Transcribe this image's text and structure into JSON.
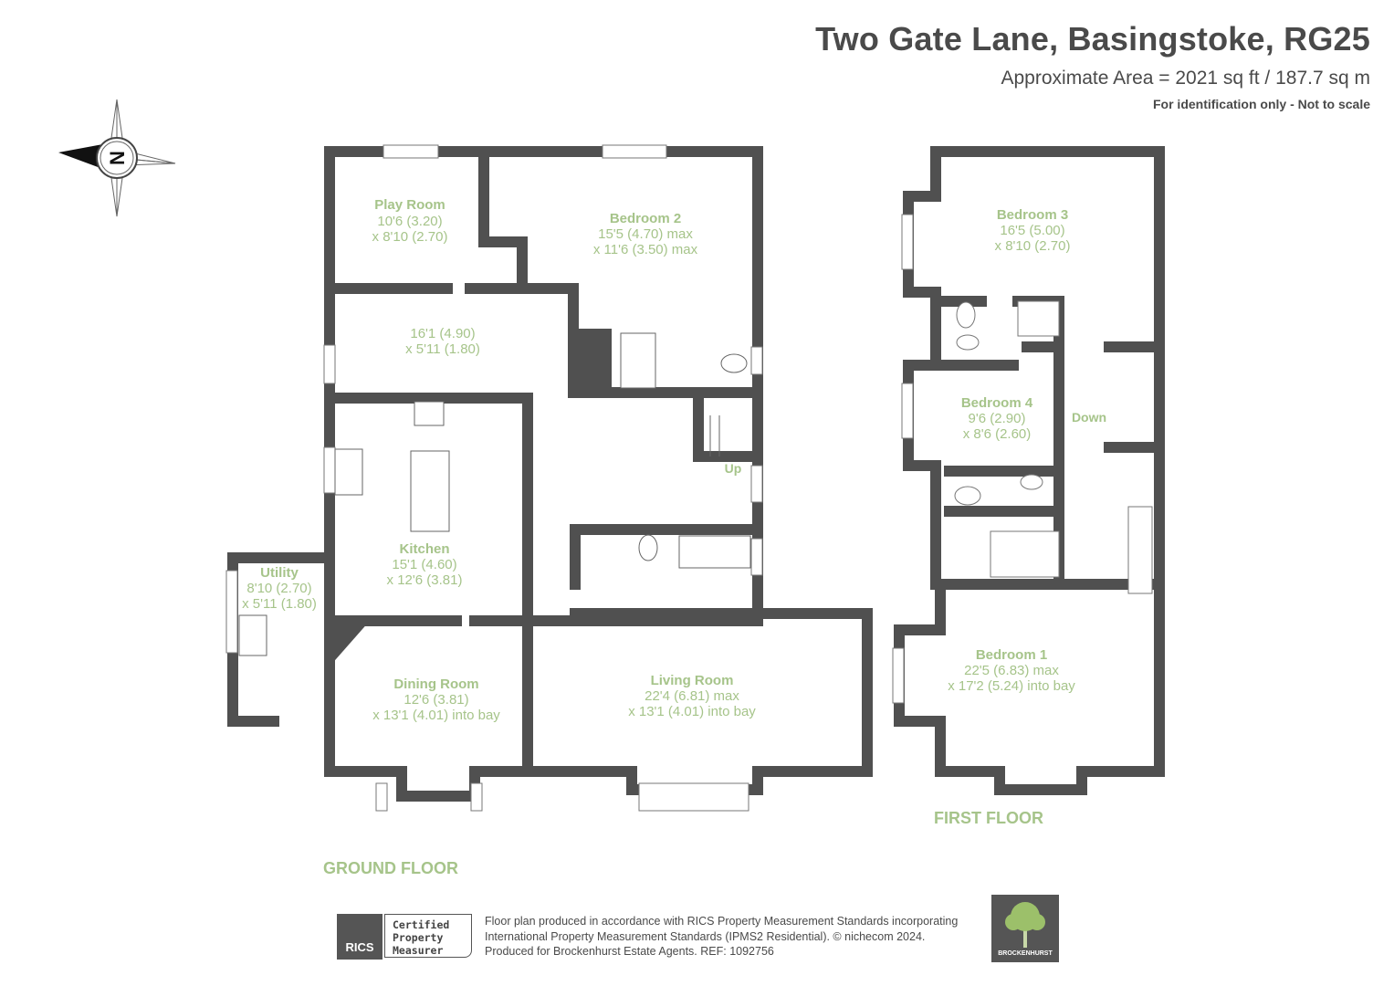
{
  "header": {
    "title": "Two Gate Lane, Basingstoke, RG25",
    "area": "Approximate Area = 2021 sq ft / 187.7 sq m",
    "note": "For identification only - Not to scale"
  },
  "compass": {
    "label": "N"
  },
  "ground_floor": {
    "label": "GROUND FLOOR",
    "rooms": [
      {
        "name": "Play Room",
        "dim1": "10'6 (3.20)",
        "dim2": "x 8'10 (2.70)"
      },
      {
        "name": "Bedroom 2",
        "dim1": "15'5 (4.70) max",
        "dim2": "x 11'6 (3.50) max"
      },
      {
        "name": "",
        "dim1": "16'1 (4.90)",
        "dim2": "x 5'11 (1.80)"
      },
      {
        "name": "Kitchen",
        "dim1": "15'1 (4.60)",
        "dim2": "x 12'6 (3.81)"
      },
      {
        "name": "Utility",
        "dim1": "8'10 (2.70)",
        "dim2": "x 5'11 (1.80)"
      },
      {
        "name": "Dining Room",
        "dim1": "12'6 (3.81)",
        "dim2": "x 13'1 (4.01) into bay"
      },
      {
        "name": "Living Room",
        "dim1": "22'4 (6.81) max",
        "dim2": "x 13'1 (4.01) into bay"
      }
    ],
    "stairs_label": "Up"
  },
  "first_floor": {
    "label": "FIRST FLOOR",
    "rooms": [
      {
        "name": "Bedroom 3",
        "dim1": "16'5 (5.00)",
        "dim2": "x 8'10 (2.70)"
      },
      {
        "name": "Bedroom 4",
        "dim1": "9'6 (2.90)",
        "dim2": "x 8'6 (2.60)"
      },
      {
        "name": "Bedroom 1",
        "dim1": "22'5 (6.83) max",
        "dim2": "x 17'2 (5.24) into bay"
      }
    ],
    "stairs_label": "Down"
  },
  "footer": {
    "rics_logo": "RICS",
    "certified_line1": "Certified",
    "certified_line2": "Property",
    "certified_line3": "Measurer",
    "line1": "Floor plan produced in accordance with RICS Property Measurement Standards incorporating",
    "line2": "International Property Measurement Standards (IPMS2 Residential).   © nichecom 2024.",
    "line3": "Produced for Brockenhurst Estate Agents.   REF: 1092756",
    "agent_logo": "BROCKENHURST"
  },
  "colors": {
    "wall": "#505050",
    "label_green": "#a6c48a",
    "text": "#4a4a4a"
  }
}
